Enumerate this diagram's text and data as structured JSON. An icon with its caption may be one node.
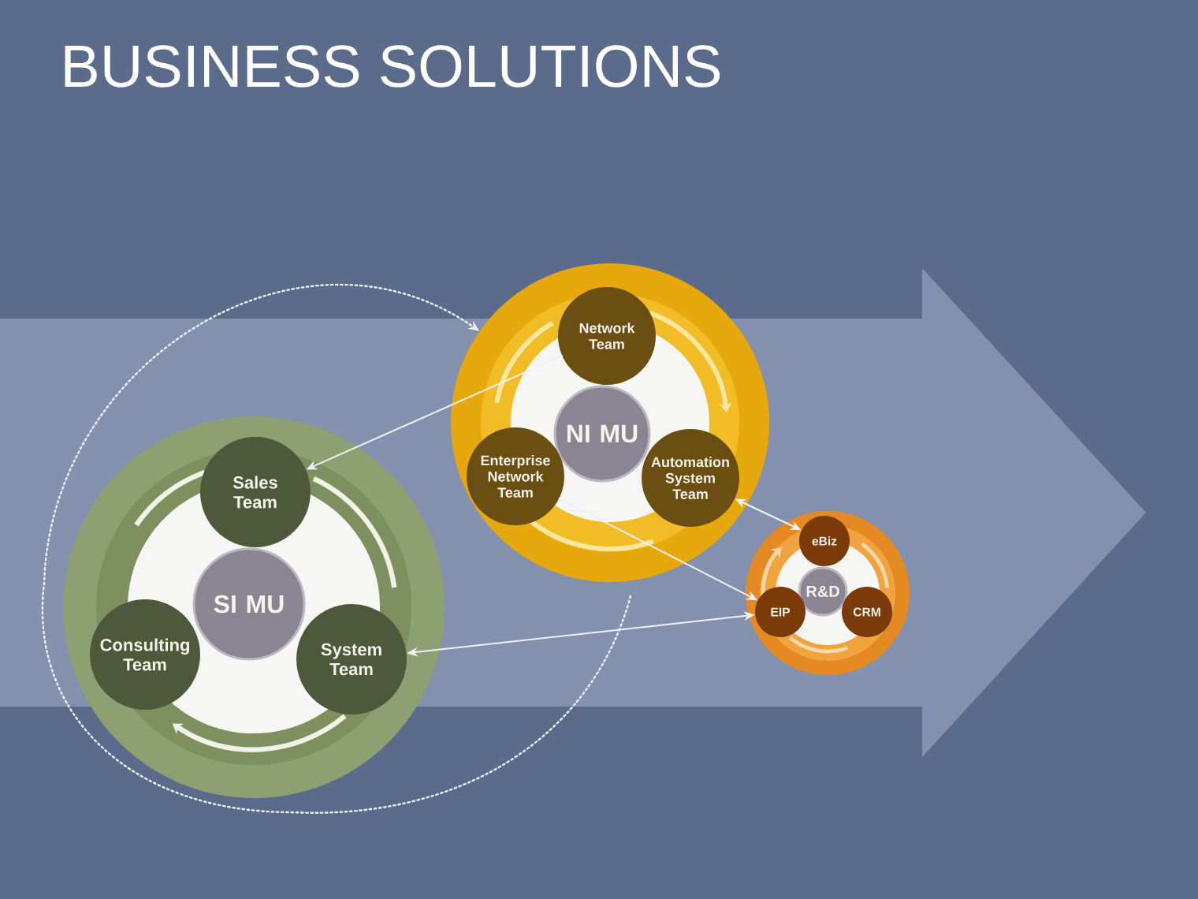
{
  "diagram": {
    "title": "BUSINESS SOLUTIONS",
    "nodes": [
      {
        "text": [],
        "shape": "circle"
      },
      {
        "text": [
          "SI MU"
        ],
        "in": 0
      },
      {
        "text": [
          "Sales Team"
        ],
        "in": 0
      },
      {
        "text": [
          "Consulting Team"
        ],
        "in": 0
      },
      {
        "text": [
          "System Team"
        ],
        "in": 0
      },
      {
        "text": [],
        "shape": "circle"
      },
      {
        "text": [
          "Network Team"
        ],
        "in": 5
      },
      {
        "text": [
          "NI MU"
        ],
        "in": 5
      },
      {
        "text": [
          "Enterprise Network Team"
        ],
        "in": 5
      },
      {
        "text": [
          "Automation System Team"
        ],
        "in": 5
      },
      {
        "text": [],
        "shape": "circle"
      },
      {
        "text": [
          "eBiz"
        ],
        "in": 10
      },
      {
        "text": [
          "R&D"
        ],
        "in": 10
      },
      {
        "text": [
          "EIP"
        ],
        "in": 10
      },
      {
        "text": [
          "CRM"
        ],
        "in": 10
      }
    ],
    "edges": [
      {
        "from": 6,
        "to": 2,
        "arrow": "to"
      },
      {
        "from": 8,
        "to": 13,
        "arrow": "to"
      },
      {
        "from": 9,
        "to": 11,
        "arrow": "both"
      },
      {
        "from": 4,
        "to": 13,
        "arrow": "both"
      },
      {
        "from": null,
        "to": 5,
        "arrow": "to",
        "style": "dashed"
      }
    ]
  }
}
